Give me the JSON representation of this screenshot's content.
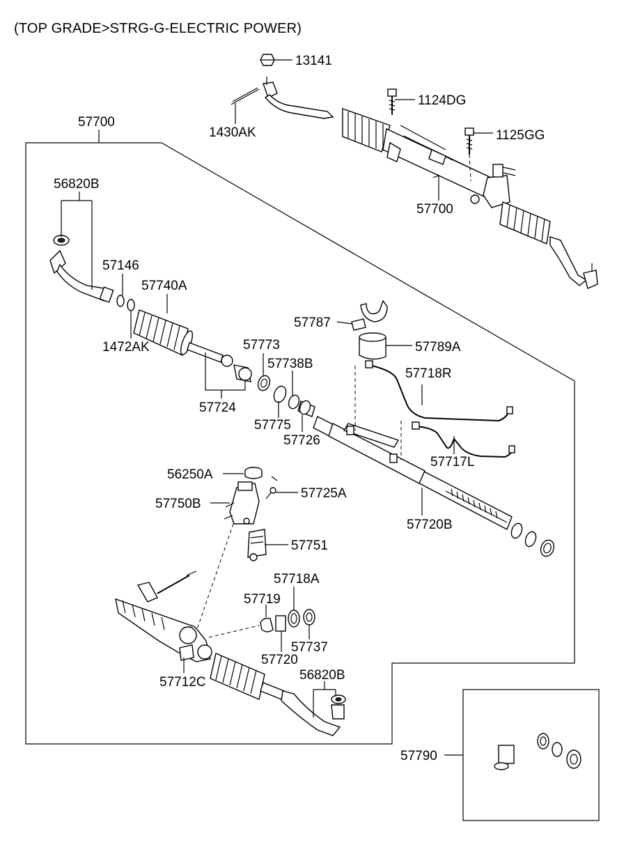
{
  "title": "(TOP GRADE>STRG-G-ELECTRIC POWER)",
  "callouts": [
    {
      "id": "c-13141",
      "label": "13141"
    },
    {
      "id": "c-1430AK",
      "label": "1430AK"
    },
    {
      "id": "c-1124DG",
      "label": "1124DG"
    },
    {
      "id": "c-1125GG",
      "label": "1125GG"
    },
    {
      "id": "c-57700-top",
      "label": "57700"
    },
    {
      "id": "c-57700-box",
      "label": "57700"
    },
    {
      "id": "c-56820B-a",
      "label": "56820B"
    },
    {
      "id": "c-57146",
      "label": "57146"
    },
    {
      "id": "c-57740A",
      "label": "57740A"
    },
    {
      "id": "c-1472AK",
      "label": "1472AK"
    },
    {
      "id": "c-57787",
      "label": "57787"
    },
    {
      "id": "c-57789A",
      "label": "57789A"
    },
    {
      "id": "c-57773",
      "label": "57773"
    },
    {
      "id": "c-57738B",
      "label": "57738B"
    },
    {
      "id": "c-57718R",
      "label": "57718R"
    },
    {
      "id": "c-57724",
      "label": "57724"
    },
    {
      "id": "c-57775",
      "label": "57775"
    },
    {
      "id": "c-57726",
      "label": "57726"
    },
    {
      "id": "c-57717L",
      "label": "57717L"
    },
    {
      "id": "c-56250A",
      "label": "56250A"
    },
    {
      "id": "c-57725A",
      "label": "57725A"
    },
    {
      "id": "c-57750B",
      "label": "57750B"
    },
    {
      "id": "c-57720B",
      "label": "57720B"
    },
    {
      "id": "c-57751",
      "label": "57751"
    },
    {
      "id": "c-57718A",
      "label": "57718A"
    },
    {
      "id": "c-57719",
      "label": "57719"
    },
    {
      "id": "c-57737",
      "label": "57737"
    },
    {
      "id": "c-57720",
      "label": "57720"
    },
    {
      "id": "c-57712C",
      "label": "57712C"
    },
    {
      "id": "c-56820B-b",
      "label": "56820B"
    },
    {
      "id": "c-57790",
      "label": "57790"
    }
  ]
}
